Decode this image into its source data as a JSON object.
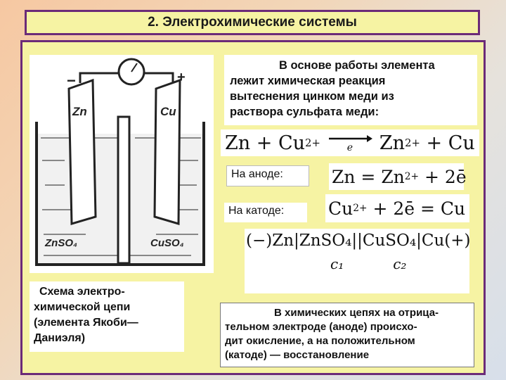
{
  "title": "2. Электрохимические системы",
  "diagram": {
    "minus": "−",
    "plus": "+",
    "zn_label": "Zn",
    "cu_label": "Cu",
    "zn_solution": "ZnSO₄",
    "cu_solution": "CuSO₄"
  },
  "caption": {
    "line1": "Схема электро-",
    "line2": "химической цепи",
    "line3": "(элемента Якоби—",
    "line4": "Даниэля)"
  },
  "intro": {
    "line1": "В основе работы элемента",
    "line2": "лежит химическая реакция",
    "line3": "вытеснения цинком меди из",
    "line4": "раствора сульфата меди:"
  },
  "reaction": {
    "left": "Zn + Cu",
    "left_charge": "2+",
    "electron": "e",
    "right": "Zn",
    "right_charge": "2+",
    "right_tail": " + Cu"
  },
  "anode": {
    "label": "На аноде:",
    "eq_a": "Zn = Zn",
    "eq_charge": "2+",
    "eq_b": " + 2ē"
  },
  "cathode": {
    "label": "На катоде:",
    "eq_a": "Cu",
    "eq_charge": "2+",
    "eq_b": " + 2ē = Cu"
  },
  "scheme": {
    "line": "(−)Zn|ZnSO₄||CuSO₄|Cu(+)",
    "c1": "c₁",
    "c2": "c₂"
  },
  "conclusion": {
    "line1": "В химических цепях на отрица-",
    "line2": "тельном электроде (аноде) происхо-",
    "line3": "дит окисление, а на положительном",
    "line4": "(катоде) — восстановление"
  }
}
